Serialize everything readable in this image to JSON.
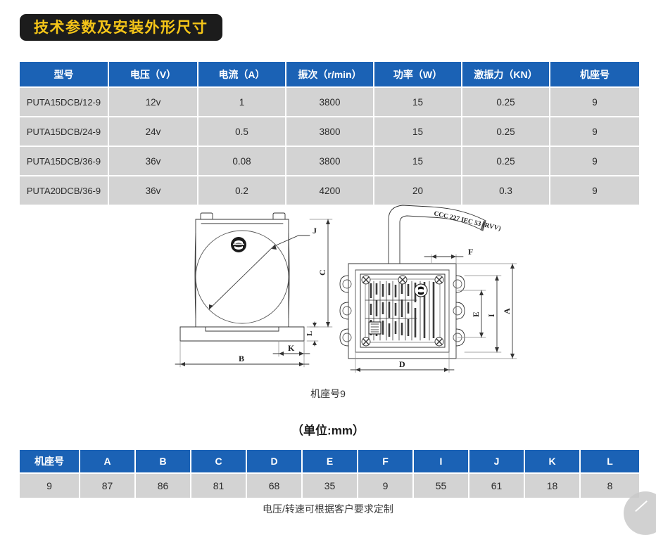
{
  "page": {
    "title_banner": "技术参数及安装外形尺寸",
    "caption_seat": "机座号9",
    "caption_unit": "（单位:mm）",
    "footer_note": "电压/转速可根据客户要求定制",
    "colors": {
      "header_blue": "#1b62b5",
      "cell_grey": "#d3d3d3",
      "banner_dark": "#1c1c1c",
      "banner_text": "#f5c518"
    }
  },
  "main_table": {
    "headers": [
      "型号",
      "电压（V）",
      "电流（A）",
      "振次（r/min）",
      "功率（W）",
      "激振力（KN）",
      "机座号"
    ],
    "rows": [
      [
        "PUTA15DCB/12-9",
        "12v",
        "1",
        "3800",
        "15",
        "0.25",
        "9"
      ],
      [
        "PUTA15DCB/24-9",
        "24v",
        "0.5",
        "3800",
        "15",
        "0.25",
        "9"
      ],
      [
        "PUTA15DCB/36-9",
        "36v",
        "0.08",
        "3800",
        "15",
        "0.25",
        "9"
      ],
      [
        "PUTA20DCB/36-9",
        "36v",
        "0.2",
        "4200",
        "20",
        "0.3",
        "9"
      ]
    ]
  },
  "dimension_table": {
    "headers": [
      "机座号",
      "A",
      "B",
      "C",
      "D",
      "E",
      "F",
      "I",
      "J",
      "K",
      "L"
    ],
    "rows": [
      [
        "9",
        "87",
        "86",
        "81",
        "68",
        "35",
        "9",
        "55",
        "61",
        "18",
        "8"
      ]
    ]
  },
  "drawing": {
    "side_view": {
      "dimension_labels": [
        "C",
        "B",
        "K",
        "L",
        "J"
      ],
      "logo": "brand-logo"
    },
    "front_view": {
      "dimension_labels": [
        "A",
        "D",
        "E",
        "F",
        "I"
      ],
      "cable_marking": "CCC 227 IEC 53 (RVV)",
      "nameplate": "motor-nameplate"
    }
  }
}
